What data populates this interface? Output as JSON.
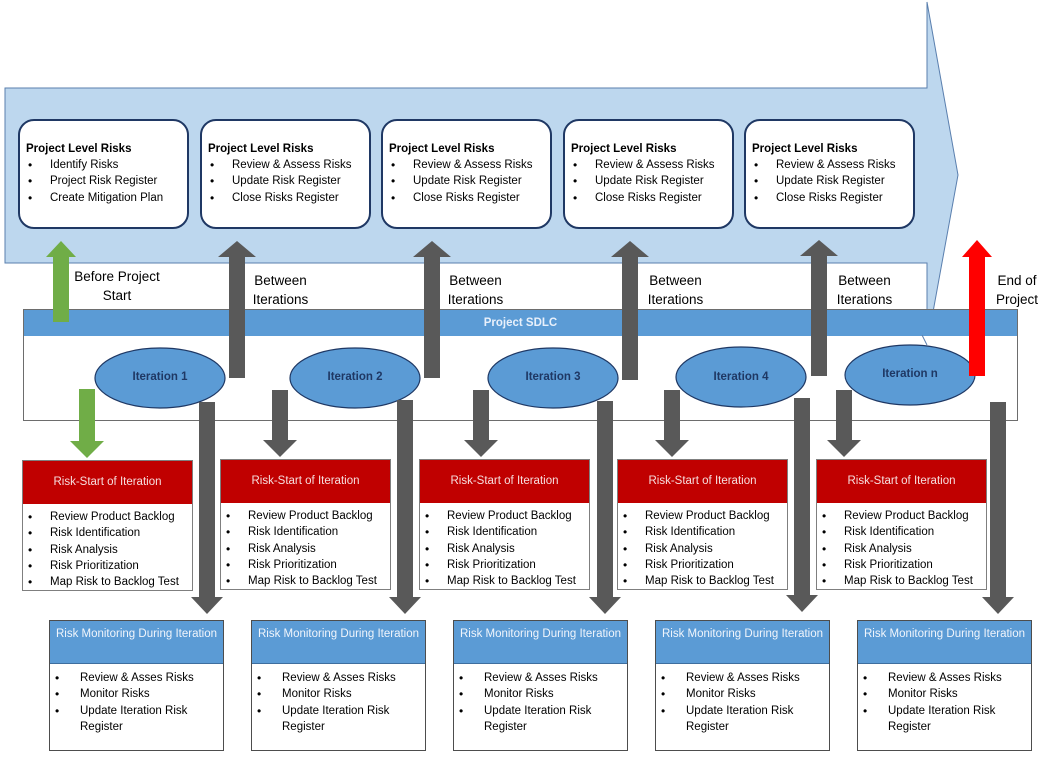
{
  "diagram": {
    "colors": {
      "big_arrow_fill": "#bdd7ee",
      "big_arrow_stroke": "#4f81bd",
      "sdlc_band": "#5b9bd5",
      "iteration_fill": "#5b9bd5",
      "risk_start_header": "#c00000",
      "monitoring_header": "#5b9bd5",
      "green_arrow": "#70ad47",
      "gray_arrow": "#595959",
      "red_arrow": "#ff0000"
    },
    "project_level_risks": [
      {
        "title": "Project Level Risks",
        "items": [
          "Identify Risks",
          "Project Risk Register",
          "Create Mitigation Plan"
        ]
      },
      {
        "title": "Project Level Risks",
        "items": [
          "Review & Assess Risks",
          "Update Risk Register",
          "Close Risks Register"
        ]
      },
      {
        "title": "Project Level Risks",
        "items": [
          "Review & Assess Risks",
          "Update Risk Register",
          "Close Risks Register"
        ]
      },
      {
        "title": "Project Level Risks",
        "items": [
          "Review & Assess Risks",
          "Update Risk Register",
          "Close Risks Register"
        ]
      },
      {
        "title": "Project Level Risks",
        "items": [
          "Review & Assess Risks",
          "Update Risk Register",
          "Close Risks Register"
        ]
      }
    ],
    "phase_labels": [
      {
        "line1": "Before Project",
        "line2": "Start"
      },
      {
        "line1": "Between",
        "line2": "Iterations"
      },
      {
        "line1": "Between",
        "line2": "Iterations"
      },
      {
        "line1": "Between",
        "line2": "Iterations"
      },
      {
        "line1": "Between",
        "line2": "Iterations"
      },
      {
        "line1": "End of",
        "line2": "Project"
      }
    ],
    "sdlc_label": "Project SDLC",
    "iterations": [
      "Iteration 1",
      "Iteration 2",
      "Iteration 3",
      "Iteration 4",
      "Iteration n"
    ],
    "risk_start": [
      {
        "title": "Risk-Start of Iteration",
        "items": [
          "Review Product Backlog",
          "Risk Identification",
          "Risk Analysis",
          "Risk Prioritization",
          "Map Risk to Backlog Test"
        ]
      },
      {
        "title": "Risk-Start of Iteration",
        "items": [
          "Review Product Backlog",
          "Risk Identification",
          "Risk Analysis",
          "Risk Prioritization",
          "Map Risk to Backlog Test"
        ]
      },
      {
        "title": "Risk-Start of Iteration",
        "items": [
          "Review Product Backlog",
          "Risk Identification",
          "Risk Analysis",
          "Risk Prioritization",
          "Map Risk to Backlog Test"
        ]
      },
      {
        "title": "Risk-Start of Iteration",
        "items": [
          "Review Product Backlog",
          "Risk Identification",
          "Risk Analysis",
          "Risk Prioritization",
          "Map Risk to Backlog Test"
        ]
      },
      {
        "title": "Risk-Start of Iteration",
        "items": [
          "Review Product Backlog",
          "Risk Identification",
          "Risk Analysis",
          "Risk Prioritization",
          "Map Risk to Backlog Test"
        ]
      }
    ],
    "monitoring": [
      {
        "title": "Risk Monitoring During Iteration",
        "items": [
          "Review & Asses Risks",
          "Monitor Risks",
          "Update Iteration Risk Register"
        ]
      },
      {
        "title": "Risk Monitoring During Iteration",
        "items": [
          "Review & Asses Risks",
          "Monitor Risks",
          "Update Iteration Risk Register"
        ]
      },
      {
        "title": "Risk Monitoring During Iteration",
        "items": [
          "Review & Asses Risks",
          "Monitor Risks",
          "Update Iteration Risk Register"
        ]
      },
      {
        "title": "Risk Monitoring During Iteration",
        "items": [
          "Review & Asses Risks",
          "Monitor Risks",
          "Update Iteration Risk Register"
        ]
      },
      {
        "title": "Risk Monitoring During Iteration",
        "items": [
          "Review & Asses Risks",
          "Monitor Risks",
          "Update Iteration Risk Register"
        ]
      }
    ]
  }
}
